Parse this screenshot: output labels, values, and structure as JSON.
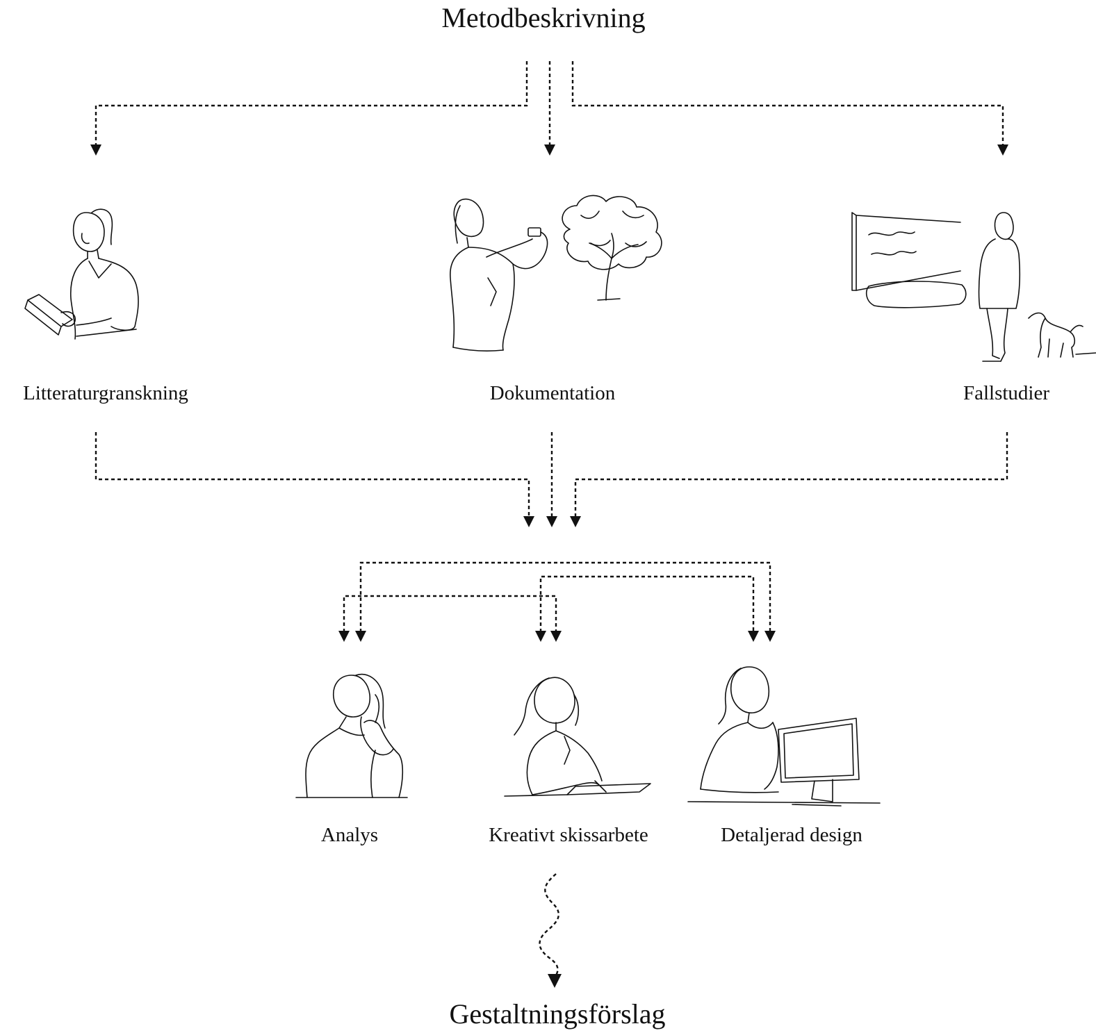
{
  "title": "Metodbeskrivning",
  "inputs": [
    {
      "label": "Litteraturgranskning",
      "illustration": "person-reading-book-icon"
    },
    {
      "label": "Dokumentation",
      "illustration": "person-photographing-tree-icon"
    },
    {
      "label": "Fallstudier",
      "illustration": "person-with-dog-at-site-icon"
    }
  ],
  "process": [
    {
      "label": "Analys",
      "illustration": "person-thinking-icon"
    },
    {
      "label": "Kreativt skissarbete",
      "illustration": "person-sketching-icon"
    },
    {
      "label": "Detaljerad design",
      "illustration": "person-at-computer-icon"
    }
  ],
  "result": "Gestaltningsförslag",
  "connector_style": {
    "line": "dashed",
    "color": "#111111"
  }
}
